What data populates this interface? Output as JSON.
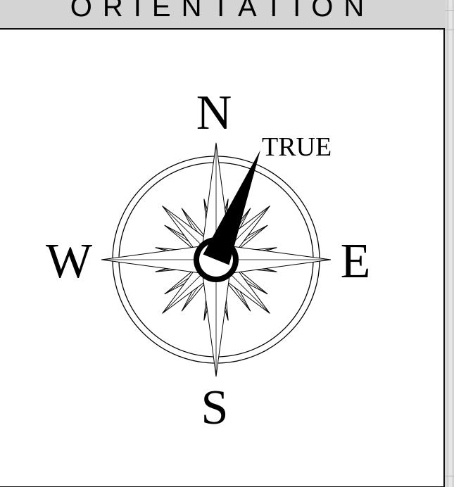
{
  "header": {
    "title": "ORIENTATION"
  },
  "compass": {
    "north_label": "N",
    "south_label": "S",
    "east_label": "E",
    "west_label": "W",
    "true_label": "TRUE",
    "true_north_bearing_deg": 22
  },
  "colors": {
    "background": "#d4d4d4",
    "panel": "#ffffff",
    "ink": "#000000"
  }
}
